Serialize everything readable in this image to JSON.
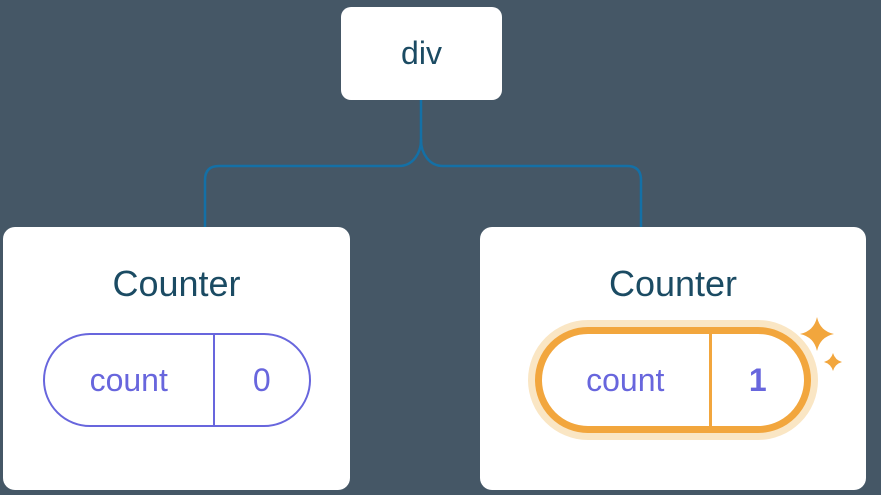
{
  "diagram": {
    "background_color": "#455766",
    "connector_color": "#1470a6",
    "root_node": {
      "label": "div"
    },
    "cards": [
      {
        "title": "Counter",
        "state": {
          "key": "count",
          "value": "0"
        },
        "highlighted": false
      },
      {
        "title": "Counter",
        "state": {
          "key": "count",
          "value": "1"
        },
        "highlighted": true
      }
    ],
    "colors": {
      "card_background": "#ffffff",
      "heading_text": "#1b4b63",
      "state_accent": "#6866dd",
      "highlight_orange": "#f2a63d",
      "highlight_glow": "#f8ddb0",
      "sparkle": "#f2a63d"
    }
  }
}
